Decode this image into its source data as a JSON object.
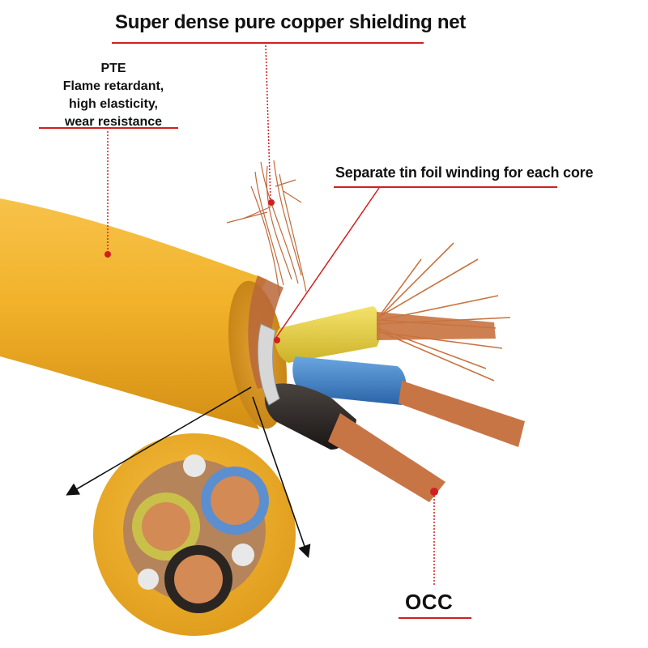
{
  "labels": {
    "shield": "Super dense pure copper shielding net",
    "pte_title": "PTE",
    "pte_line1": "Flame retardant,",
    "pte_line2": "high elasticity,",
    "pte_line3": "wear resistance",
    "foil": "Separate tin foil winding for each core",
    "occ": "OCC"
  },
  "colors": {
    "sheath": "#f2b22a",
    "copper": "#c8733f",
    "accent_red": "#d21f1f",
    "core_yellow_green": "#e9d24a",
    "core_blue": "#3e7fc4",
    "core_black": "#2a2522"
  }
}
